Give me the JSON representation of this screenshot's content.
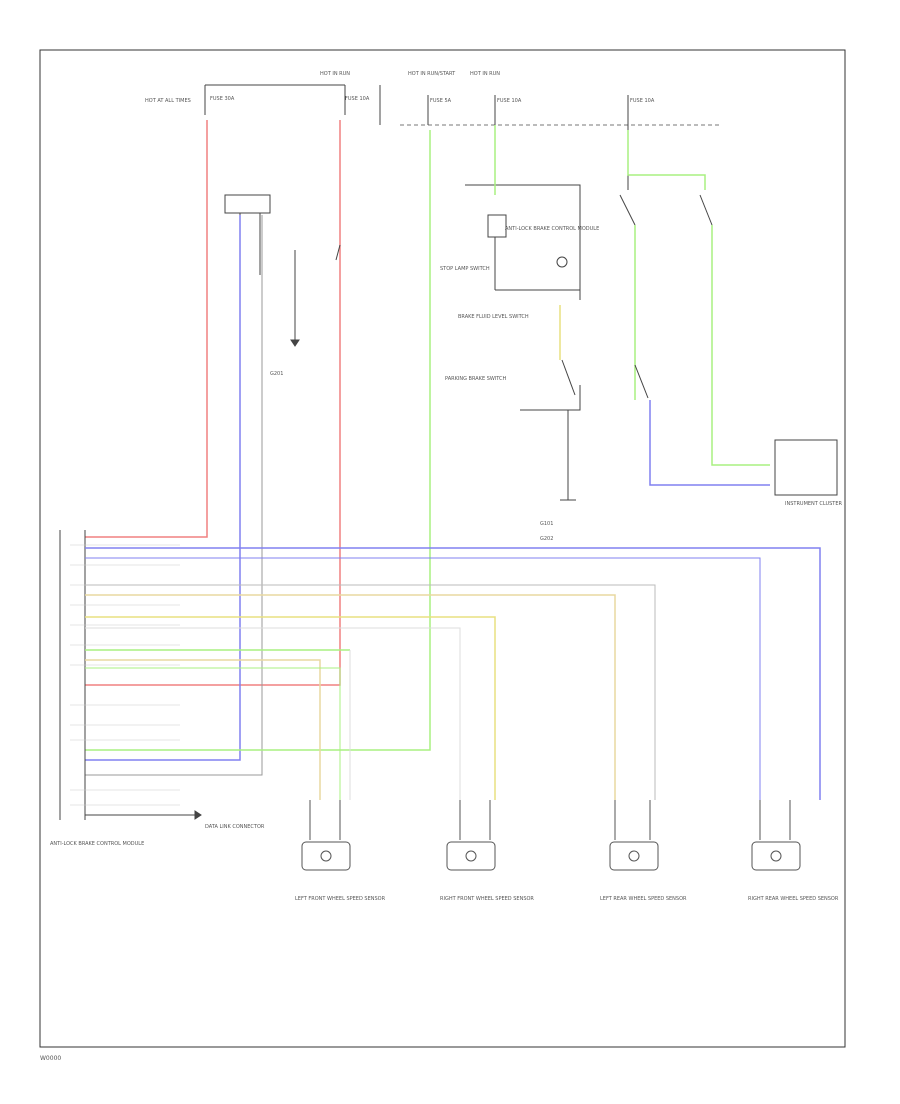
{
  "diagram": {
    "labels": {
      "hot_at_all_times": "HOT AT ALL TIMES",
      "hot_in_run": "HOT IN RUN",
      "hot_in_run_2": "HOT IN RUN",
      "hot_in_run_start": "HOT IN RUN/START",
      "fuse_a": "FUSE 30A",
      "fuse_b": "FUSE 10A",
      "fuse_c": "FUSE 5A",
      "fuse_d": "FUSE 10A",
      "fuse_e": "FUSE 10A",
      "stop_lamp_switch": "STOP LAMP SWITCH",
      "abs_module": "ANTI-LOCK BRAKE CONTROL MODULE",
      "abs_ground": "G101",
      "brake_fluid_switch": "BRAKE FLUID LEVEL SWITCH",
      "parking_brake_switch": "PARKING BRAKE SWITCH",
      "instrument_cluster": "INSTRUMENT CLUSTER",
      "lf_sensor": "LEFT FRONT WHEEL SPEED SENSOR",
      "rf_sensor": "RIGHT FRONT WHEEL SPEED SENSOR",
      "lr_sensor": "LEFT REAR WHEEL SPEED SENSOR",
      "rr_sensor": "RIGHT REAR WHEEL SPEED SENSOR",
      "g201": "G201",
      "g202": "G202",
      "data_link": "DATA LINK CONNECTOR",
      "footer": "W0000"
    }
  }
}
